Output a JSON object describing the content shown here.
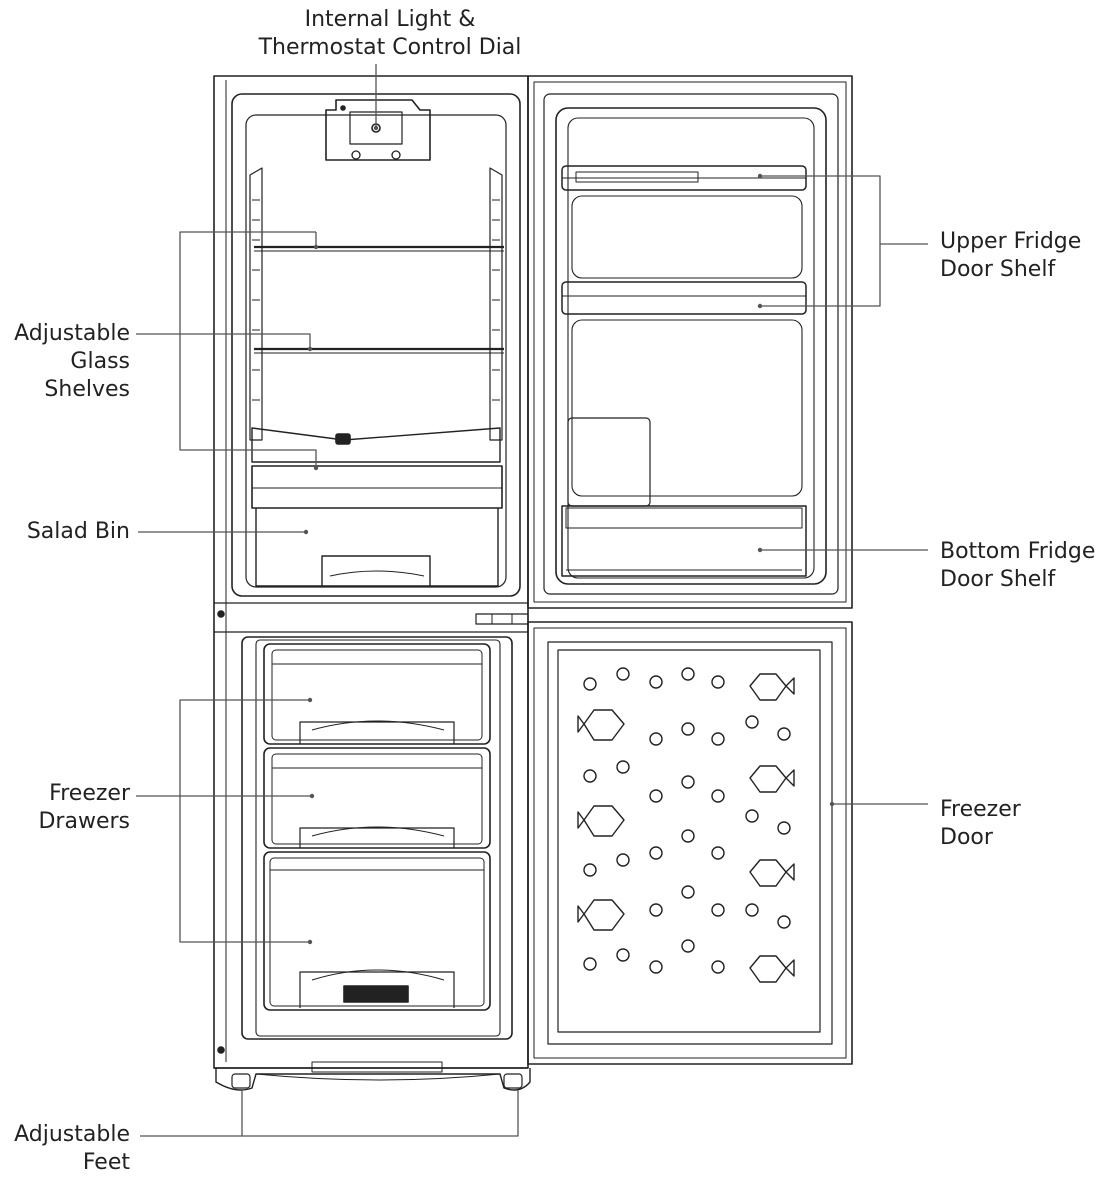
{
  "labels": {
    "internal_light": {
      "line1": "Internal Light &",
      "line2": "Thermostat Control Dial"
    },
    "adjustable_glass_shelves": {
      "line1": "Adjustable",
      "line2": "Glass",
      "line3": "Shelves"
    },
    "salad_bin": {
      "line1": "Salad Bin"
    },
    "freezer_drawers": {
      "line1": "Freezer",
      "line2": "Drawers"
    },
    "adjustable_feet": {
      "line1": "Adjustable",
      "line2": "Feet"
    },
    "upper_fridge_door_shelf": {
      "line1": "Upper Fridge",
      "line2": "Door Shelf"
    },
    "bottom_fridge_door_shelf": {
      "line1": "Bottom Fridge",
      "line2": "Door Shelf"
    },
    "freezer_door": {
      "line1": "Freezer",
      "line2": "Door"
    }
  },
  "colors": {
    "line": "#222222",
    "leader": "#555555",
    "background": "#ffffff"
  }
}
